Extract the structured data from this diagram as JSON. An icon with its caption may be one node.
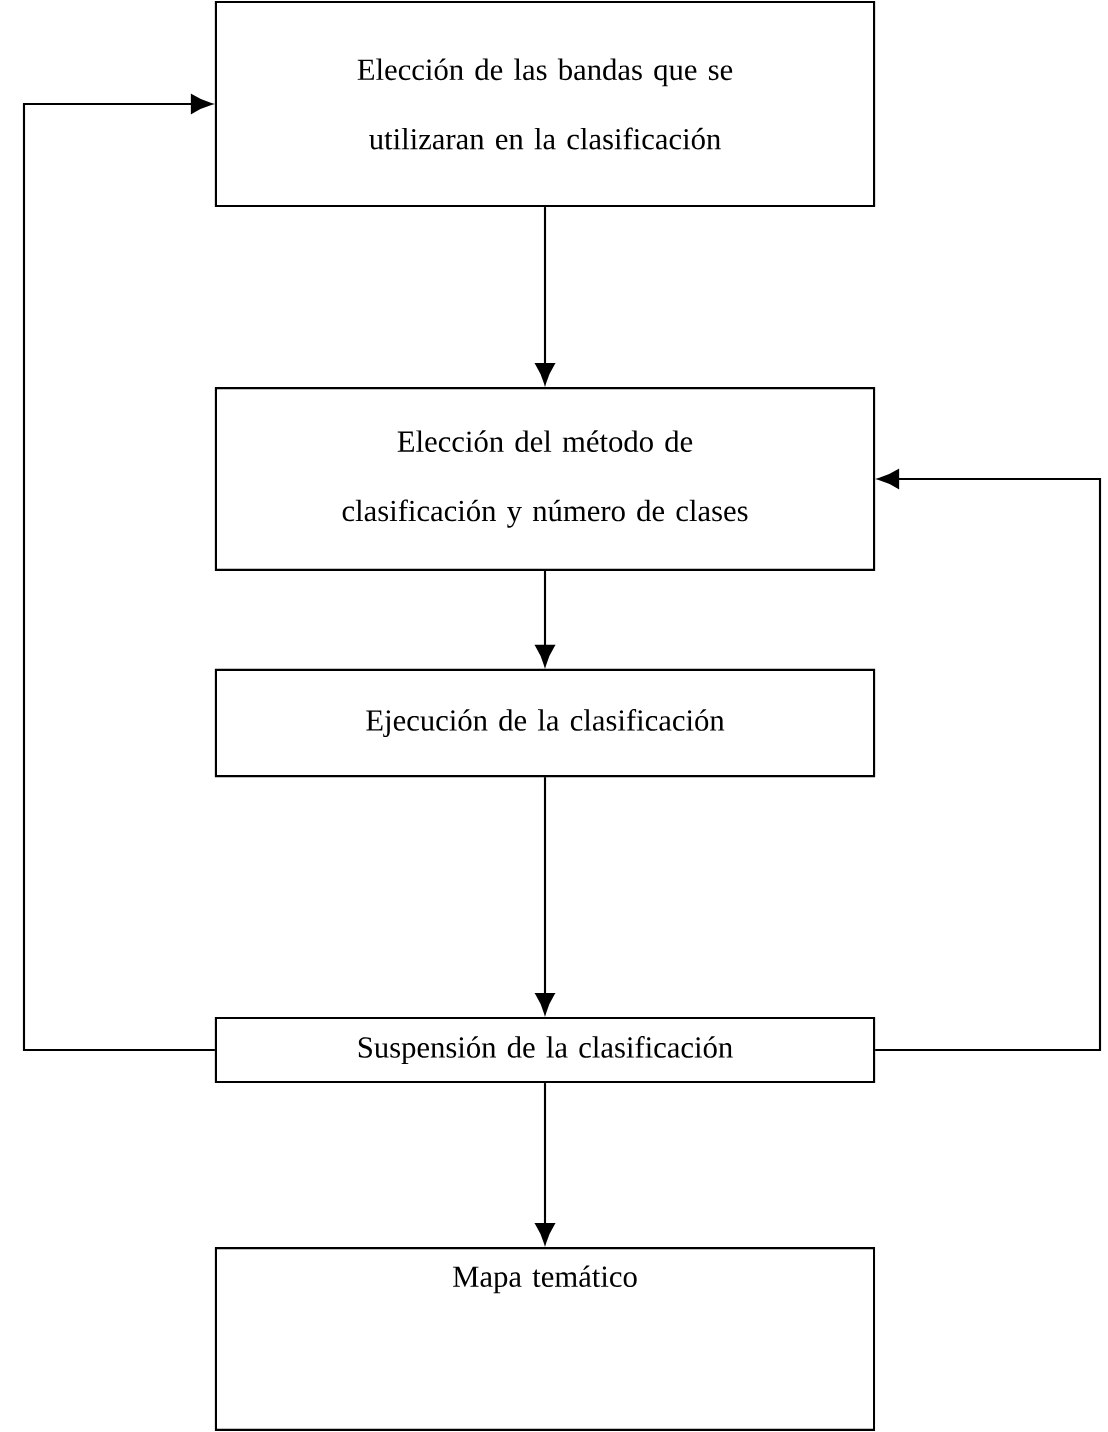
{
  "diagram": {
    "nodes": [
      {
        "text": [
          "Elección de las bandas que se utilizaran en la clasificación"
        ]
      },
      {
        "text": [
          "Elección del método de clasificación y número de clases"
        ]
      },
      {
        "text": [
          "Ejecución de la clasificación"
        ]
      },
      {
        "text": [
          "Suspensión de la clasificación"
        ]
      },
      {
        "text": [
          "Mapa temático"
        ]
      }
    ],
    "edges": [
      {
        "from": 0,
        "to": 1,
        "arrow": "to"
      },
      {
        "from": 1,
        "to": 2,
        "arrow": "to"
      },
      {
        "from": 2,
        "to": 3,
        "arrow": "to"
      },
      {
        "from": 3,
        "to": 4,
        "arrow": "to"
      },
      {
        "from": 3,
        "to": 0,
        "arrow": "to"
      },
      {
        "from": 3,
        "to": 1,
        "arrow": "to"
      }
    ]
  }
}
